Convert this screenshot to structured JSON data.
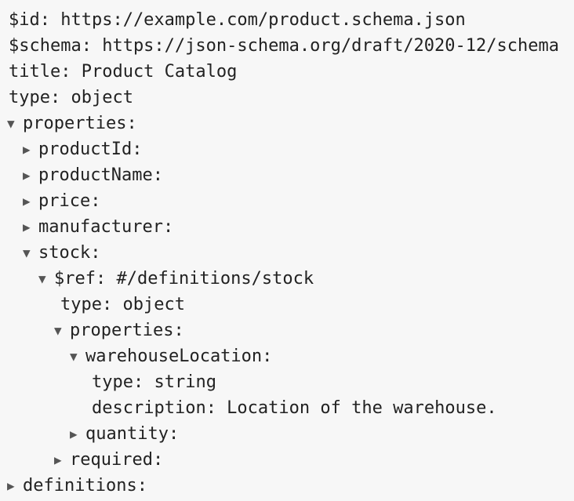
{
  "rows": [
    {
      "indent": 0,
      "toggle": "none",
      "text": "$id: https://example.com/product.schema.json"
    },
    {
      "indent": 0,
      "toggle": "none",
      "text": "$schema: https://json-schema.org/draft/2020-12/schema"
    },
    {
      "indent": 0,
      "toggle": "none",
      "text": "title: Product Catalog"
    },
    {
      "indent": 0,
      "toggle": "none",
      "text": "type: object"
    },
    {
      "indent": 0,
      "toggle": "expanded",
      "text": "properties:"
    },
    {
      "indent": 1,
      "toggle": "collapsed",
      "text": "productId:"
    },
    {
      "indent": 1,
      "toggle": "collapsed",
      "text": "productName:"
    },
    {
      "indent": 1,
      "toggle": "collapsed",
      "text": "price:"
    },
    {
      "indent": 1,
      "toggle": "collapsed",
      "text": "manufacturer:"
    },
    {
      "indent": 1,
      "toggle": "expanded",
      "text": "stock:"
    },
    {
      "indent": 2,
      "toggle": "expanded",
      "text": "$ref: #/definitions/stock"
    },
    {
      "indent": 3,
      "toggle": "leaf",
      "text": "type: object"
    },
    {
      "indent": 3,
      "toggle": "expanded",
      "text": "properties:"
    },
    {
      "indent": 4,
      "toggle": "expanded",
      "text": "warehouseLocation:"
    },
    {
      "indent": 5,
      "toggle": "leaf",
      "text": "type: string"
    },
    {
      "indent": 5,
      "toggle": "leaf",
      "text": "description: Location of the warehouse."
    },
    {
      "indent": 4,
      "toggle": "collapsed",
      "text": "quantity:"
    },
    {
      "indent": 3,
      "toggle": "collapsed",
      "text": "required:"
    },
    {
      "indent": 0,
      "toggle": "collapsed",
      "text": "definitions:"
    }
  ],
  "icons": {
    "expanded": "▼",
    "collapsed": "▶"
  }
}
